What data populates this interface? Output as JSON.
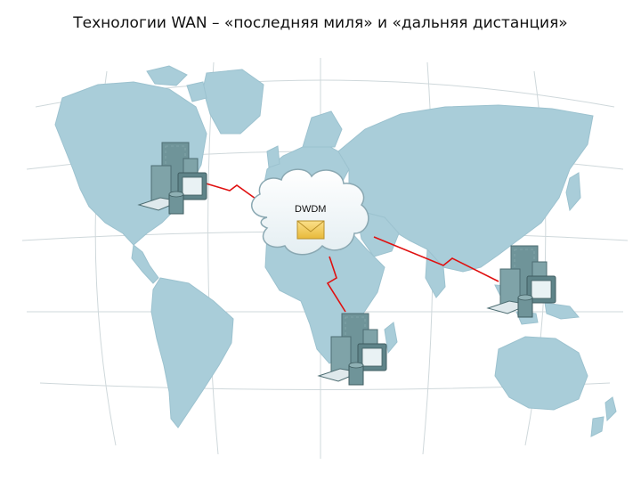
{
  "slide": {
    "title": "Технологии WAN – «последняя миля» и «дальняя дистанция»"
  },
  "diagram": {
    "cloud_label": "DWDM",
    "map_fill": "#a9cdd9",
    "grid_color": "#cfd8db",
    "link_color": "#e01010",
    "building_color": "#6f9499",
    "envelope_color": "#f2c94c",
    "nodes": [
      "north-america-site",
      "asia-pacific-site",
      "africa-site"
    ],
    "icons": [
      "world-map",
      "dwdm-cloud-icon",
      "envelope-icon",
      "building-icon",
      "computer-icon",
      "router-icon"
    ]
  }
}
